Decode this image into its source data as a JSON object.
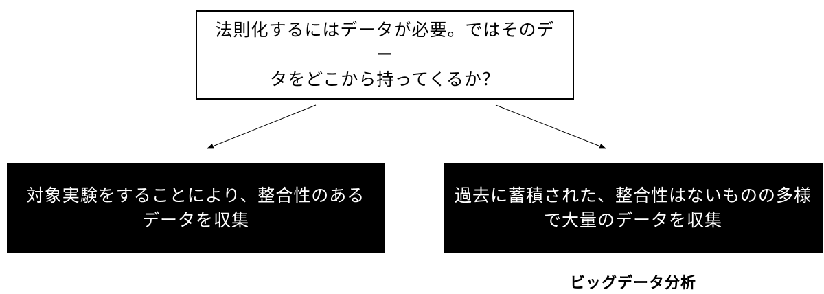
{
  "diagram": {
    "top_box": {
      "text": "法則化するにはデータが必要。ではそのデー\nタをどこから持ってくるか？"
    },
    "left_box": {
      "text": "対象実験をすることにより、整合性のある\nデータを収集"
    },
    "right_box": {
      "text": "過去に蓄積された、整合性はないものの多様\nで大量のデータを収集"
    },
    "right_caption": "ビッグデータ分析"
  }
}
